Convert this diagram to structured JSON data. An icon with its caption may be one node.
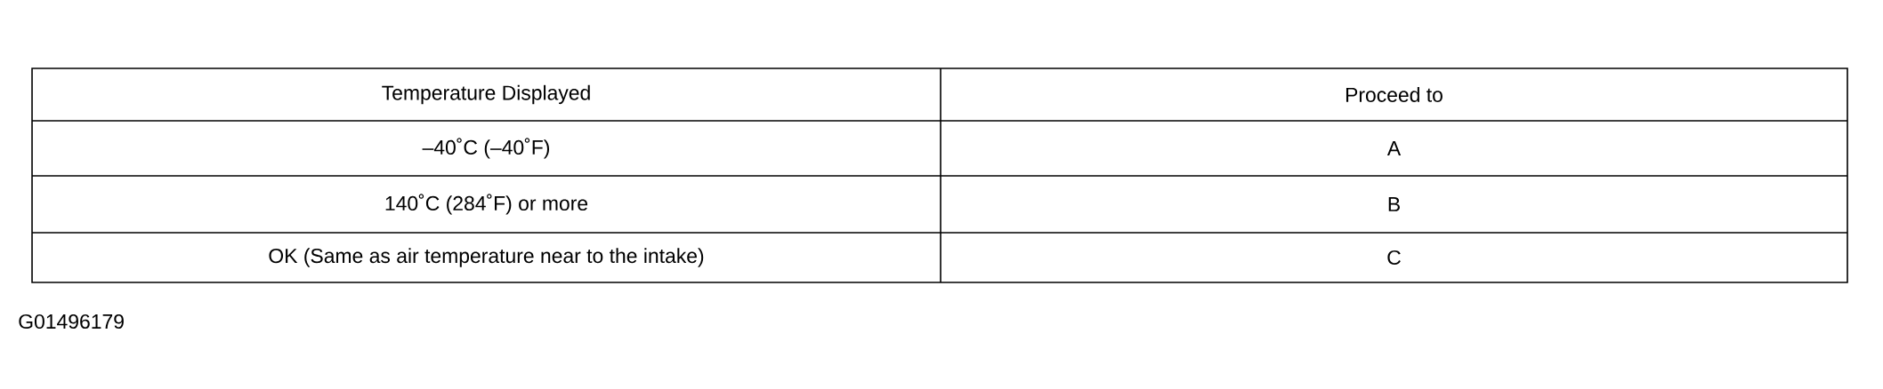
{
  "diagram": {
    "labels": [
      "Temperature Displayed",
      "Proceed to",
      "–40˚C (–40˚F)",
      "A",
      "140˚C (284˚F) or more",
      "B",
      "OK (Same as air temperature near to the intake)",
      "C",
      "G01496179"
    ]
  }
}
